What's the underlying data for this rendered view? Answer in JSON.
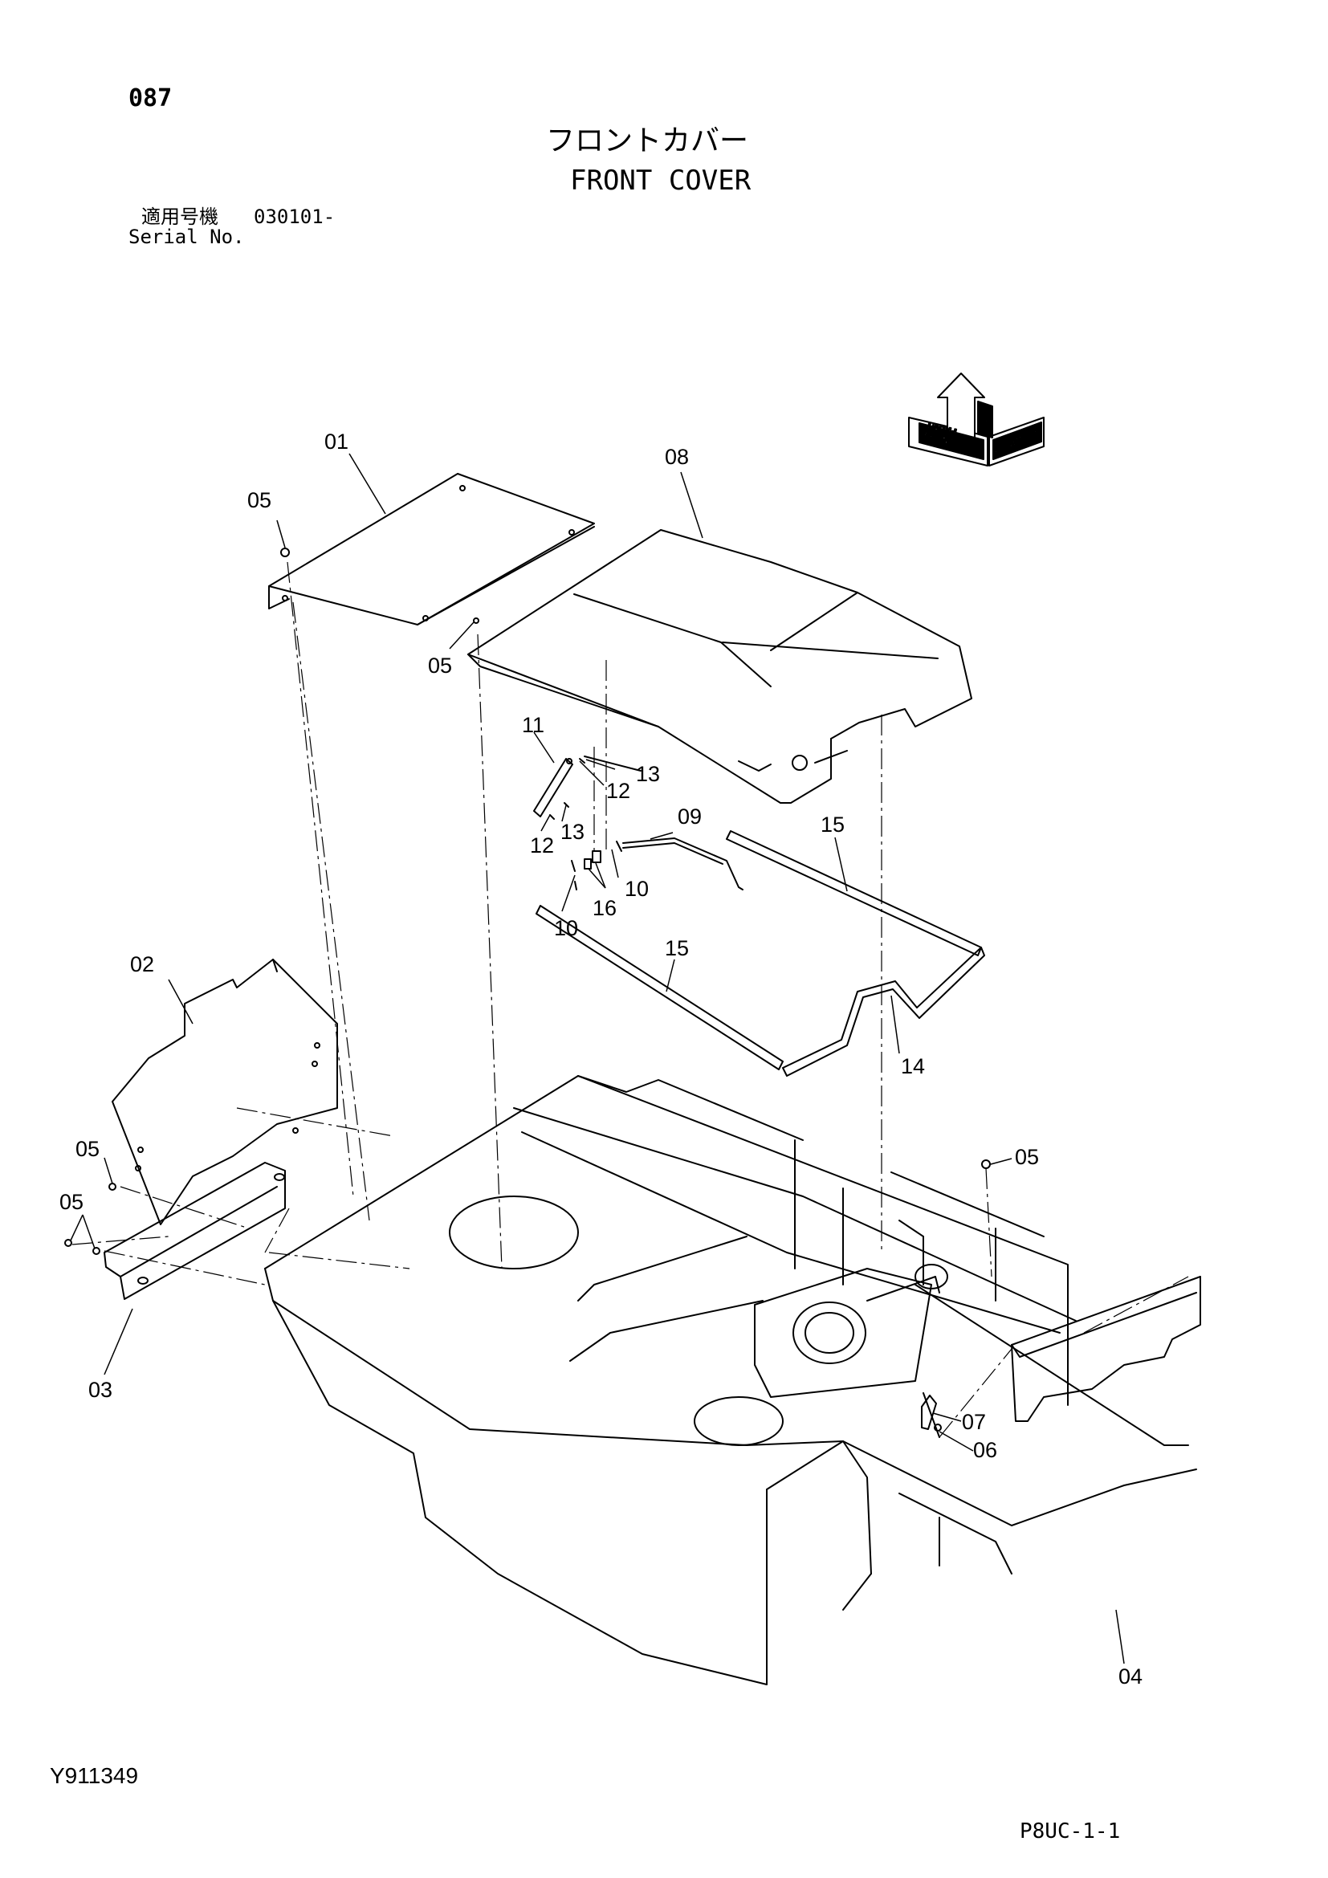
{
  "header": {
    "page_number": "087",
    "title_jp": "フロントカバー",
    "title_en": "FRONT COVER",
    "serial_label_jp": "適用号機",
    "serial_value": "030101-",
    "serial_label_en": "Serial No."
  },
  "footer": {
    "drawing_id": "Y911349",
    "sheet_code": "P8UC-1-1"
  },
  "orientation_arrows": {
    "top": "TOP",
    "front": "FRONT",
    "right": "RIGHT",
    "front_mirrored": "FRONT",
    "right_mirrored": "RIGHT"
  },
  "callouts": {
    "c01": "01",
    "c02": "02",
    "c03": "03",
    "c04": "04",
    "c05a": "05",
    "c05b": "05",
    "c05c": "05",
    "c05d": "05",
    "c05e": "05",
    "c06": "06",
    "c07": "07",
    "c08": "08",
    "c09": "09",
    "c10a": "10",
    "c10b": "10",
    "c11": "11",
    "c12a": "12",
    "c12b": "12",
    "c13a": "13",
    "c13b": "13",
    "c14": "14",
    "c15a": "15",
    "c15b": "15",
    "c16": "16"
  }
}
